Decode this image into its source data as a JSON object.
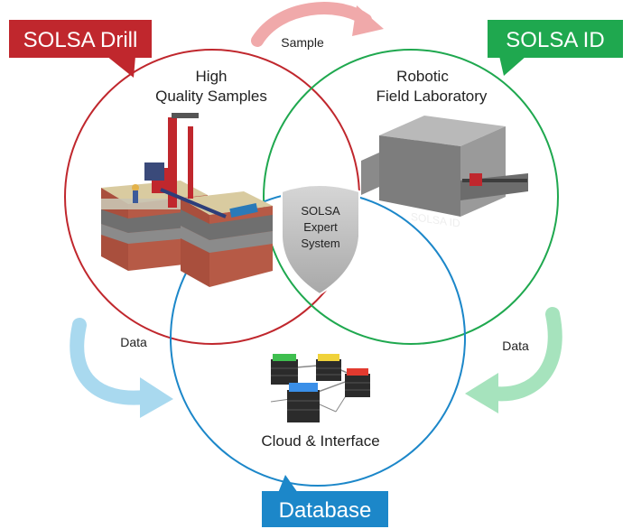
{
  "labels": {
    "drill_tag": "SOLSA Drill",
    "id_tag": "SOLSA ID",
    "database_tag": "Database",
    "sample_arrow": "Sample",
    "data_left": "Data",
    "data_right": "Data",
    "hq_line1": "High",
    "hq_line2": "Quality Samples",
    "rfl_line1": "Robotic",
    "rfl_line2": "Field Laboratory",
    "cloud": "Cloud & Interface",
    "expert_line1": "SOLSA",
    "expert_line2": "Expert",
    "expert_line3": "System",
    "machine_label": "SOLSA ID"
  },
  "colors": {
    "drill": "#c0272d",
    "id": "#1fa84f",
    "database": "#1c87c9",
    "sample_arrow": "#f0a9aa",
    "data_left_arrow": "#a9d9ef",
    "data_right_arrow": "#a6e3bd",
    "expert_shield": "#bdbdbd"
  },
  "icons": {
    "drill": "drill-rig-illustration",
    "lab": "robotic-lab-machine-illustration",
    "servers": "server-network-icon"
  }
}
